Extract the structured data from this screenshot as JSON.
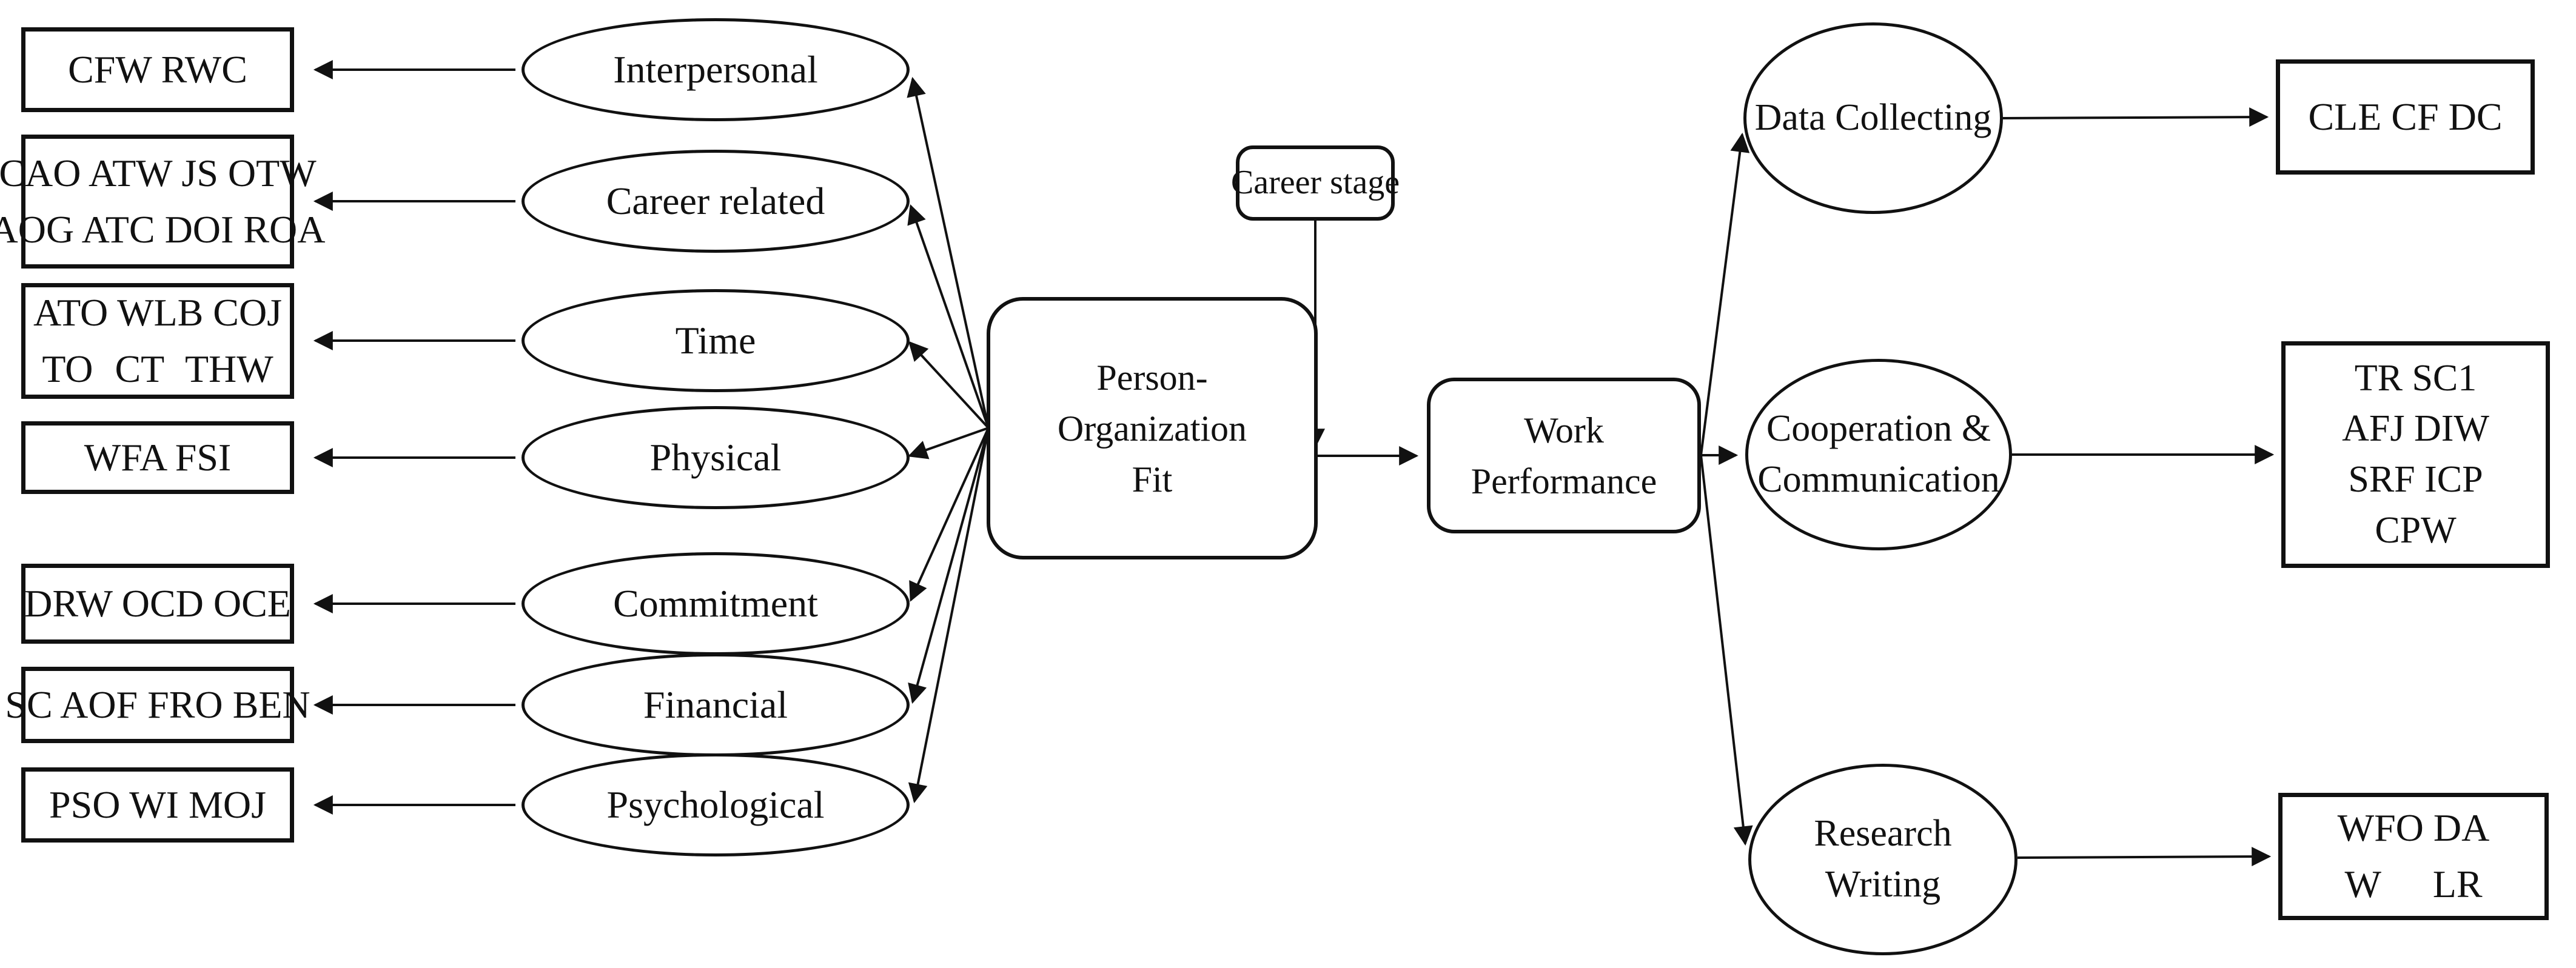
{
  "figure": {
    "background_color": "#ffffff",
    "stroke_color": "#111111",
    "center": {
      "po_fit_line1": "Person-",
      "po_fit_line2": "Organization",
      "po_fit_line3": "Fit",
      "career_stage_label": "Career stage",
      "work_performance_line1": "Work",
      "work_performance_line2": "Performance"
    },
    "left_rows": [
      {
        "factor": "Interpersonal",
        "lines": [
          "CFW RWC"
        ]
      },
      {
        "factor": "Career related",
        "lines": [
          "CAO ATW JS OTW",
          "AOG ATC DOI ROA"
        ]
      },
      {
        "factor": "Time",
        "lines": [
          "ATO WLB COJ",
          "TO CT THW"
        ]
      },
      {
        "factor": "Physical",
        "lines": [
          "WFA FSI"
        ]
      },
      {
        "factor": "Commitment",
        "lines": [
          "DRW OCD OCE"
        ]
      },
      {
        "factor": "Financial",
        "lines": [
          "SC AOF FRO BEN"
        ]
      },
      {
        "factor": "Psychological",
        "lines": [
          "PSO WI MOJ"
        ]
      }
    ],
    "right_rows": [
      {
        "dimension_lines": [
          "Data Collecting"
        ],
        "lines": [
          "CLE CF DC"
        ]
      },
      {
        "dimension_lines": [
          "Cooperation &",
          "Communication"
        ],
        "lines": [
          "TR SC1",
          "AFJ DIW",
          "SRF ICP",
          "CPW"
        ]
      },
      {
        "dimension_lines": [
          "Research",
          "Writing"
        ],
        "lines": [
          "WFO DA",
          "W LR"
        ]
      }
    ]
  }
}
